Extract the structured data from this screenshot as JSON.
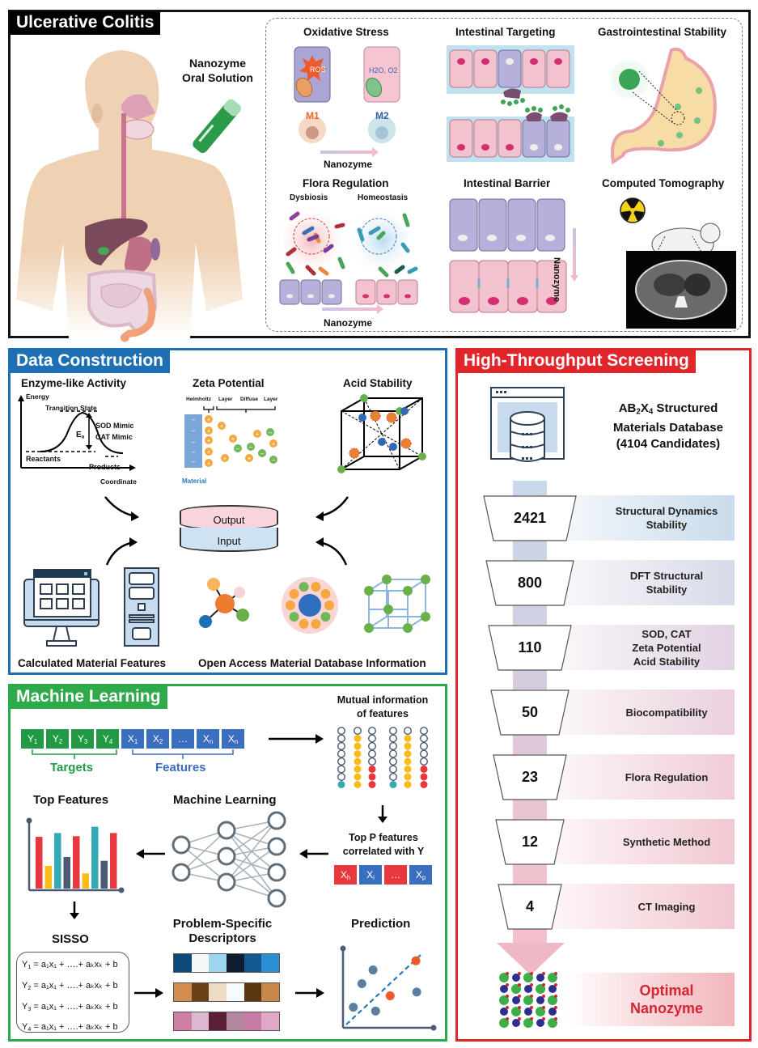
{
  "uc_panel": {
    "title": "Ulcerative Colitis",
    "oral_solution_label": "Nanozyme Oral Solution",
    "oral_solution_line1": "Nanozyme",
    "oral_solution_line2": "Oral Solution",
    "sections": {
      "oxidative_stress": {
        "title": "Oxidative Stress",
        "ros_label": "ROS",
        "products_label": "H2O, O2",
        "m1": "M1",
        "m2": "M2",
        "arrow_label": "Nanozyme"
      },
      "intestinal_targeting": {
        "title": "Intestinal Targeting"
      },
      "gi_stability": {
        "title": "Gastrointestinal Stability"
      },
      "flora_regulation": {
        "title": "Flora Regulation",
        "left_label": "Dysbiosis",
        "right_label": "Homeostasis",
        "arrow_label": "Nanozyme"
      },
      "intestinal_barrier": {
        "title": "Intestinal Barrier",
        "arrow_label": "Nanozyme"
      },
      "ct": {
        "title": "Computed Tomography"
      }
    },
    "colors": {
      "border": "#111111",
      "title_bg": "#000000"
    }
  },
  "data_construction": {
    "title": "Data Construction",
    "enzyme": {
      "title": "Enzyme-like Activity",
      "y_axis": "Energy",
      "x_axis": "Coordinate",
      "transition": "Transition State",
      "ea": "E",
      "ea_sub": "a",
      "sod": "SOD Mimic",
      "cat": "CAT Mimic",
      "reactants": "Reactants",
      "products": "Products"
    },
    "zeta": {
      "title": "Zeta Potential",
      "helmholtz": "Helmholtz",
      "layer1": "Layer",
      "diffuse": "Diffuse",
      "layer2": "Layer",
      "material": "Material"
    },
    "acid": {
      "title": "Acid Stability"
    },
    "database": {
      "output": "Output",
      "input": "Input"
    },
    "calculated_label": "Calculated Material Features",
    "open_access_label": "Open Access Material Database Information",
    "colors": {
      "border": "#1f6fb5",
      "title_bg": "#1f6fb5"
    }
  },
  "machine_learning": {
    "title": "Machine Learning",
    "targets": [
      {
        "base": "Y",
        "sub": "1"
      },
      {
        "base": "Y",
        "sub": "2"
      },
      {
        "base": "Y",
        "sub": "3"
      },
      {
        "base": "Y",
        "sub": "4"
      }
    ],
    "features": [
      {
        "base": "X",
        "sub": "1"
      },
      {
        "base": "X",
        "sub": "2"
      },
      {
        "base": "…",
        "sub": ""
      },
      {
        "base": "X",
        "sub": "n"
      },
      {
        "base": "X",
        "sub": "n"
      }
    ],
    "targets_label": "Targets",
    "features_label": "Features",
    "mutual_info_line1": "Mutual information",
    "mutual_info_line2": "of features",
    "mutual_info_grid": [
      [
        "o",
        "o",
        "o",
        "o",
        "o",
        "o"
      ],
      [
        "o",
        "y",
        "o",
        "o",
        "y",
        "o"
      ],
      [
        "o",
        "y",
        "o",
        "o",
        "y",
        "o"
      ],
      [
        "o",
        "y",
        "o",
        "o",
        "y",
        "o"
      ],
      [
        "o",
        "y",
        "o",
        "o",
        "y",
        "o"
      ],
      [
        "o",
        "y",
        "r",
        "o",
        "y",
        "r"
      ],
      [
        "o",
        "y",
        "r",
        "o",
        "y",
        "r"
      ],
      [
        "t",
        "y",
        "r",
        "t",
        "y",
        "r"
      ]
    ],
    "top_p_line1": "Top P features",
    "top_p_line2": "correlated with Y",
    "top_p_cells": [
      {
        "base": "X",
        "sub": "h",
        "color": "red"
      },
      {
        "base": "X",
        "sub": "i",
        "color": "blue"
      },
      {
        "base": "…",
        "sub": "",
        "color": "red"
      },
      {
        "base": "X",
        "sub": "p",
        "color": "blue"
      }
    ],
    "ml_title": "Machine Learning",
    "top_features_title": "Top Features",
    "top_features_bars": [
      {
        "value": 0.82,
        "color": "red"
      },
      {
        "value": 0.36,
        "color": "yellow"
      },
      {
        "value": 0.88,
        "color": "teal"
      },
      {
        "value": 0.5,
        "color": "slate"
      },
      {
        "value": 0.83,
        "color": "red"
      },
      {
        "value": 0.24,
        "color": "yellow"
      },
      {
        "value": 0.98,
        "color": "teal"
      },
      {
        "value": 0.44,
        "color": "slate"
      },
      {
        "value": 0.88,
        "color": "red"
      }
    ],
    "sisso_title": "SISSO",
    "sisso_equations": [
      {
        "y": "Y",
        "ysub": "1",
        "rhs": " = a₁x₁ + ….+ aₖxₖ + b"
      },
      {
        "y": "Y",
        "ysub": "2",
        "rhs": " = a₁x₁ + ….+ aₖxₖ + b"
      },
      {
        "y": "Y",
        "ysub": "3",
        "rhs": " = a₁x₁ + ….+ aₖxₖ + b"
      },
      {
        "y": "Y",
        "ysub": "4",
        "rhs": " = a₁x₁ + ….+ aₖxₖ + b"
      }
    ],
    "descriptors_line1": "Problem-Specific",
    "descriptors_line2": "Descriptors",
    "descriptor_rows": [
      [
        "#0d4a7a",
        "#f5f9fa",
        "#9dd4f0",
        "#0e1e30",
        "#115a92",
        "#2b8fd4"
      ],
      [
        "#d28c4e",
        "#6a4116",
        "#eedcc5",
        "#f7fafa",
        "#5a3510",
        "#c8884a"
      ],
      [
        "#cf7fa3",
        "#dbb7d2",
        "#5a2136",
        "#b487a1",
        "#c97ba7",
        "#e1a8c6"
      ]
    ],
    "prediction_title": "Prediction",
    "prediction_points": [
      {
        "x": 0.35,
        "y": 0.76,
        "kind": "actual"
      },
      {
        "x": 0.85,
        "y": 0.88,
        "kind": "pred"
      },
      {
        "x": 0.22,
        "y": 0.58,
        "kind": "actual"
      },
      {
        "x": 0.55,
        "y": 0.42,
        "kind": "pred"
      },
      {
        "x": 0.86,
        "y": 0.47,
        "kind": "actual"
      },
      {
        "x": 0.12,
        "y": 0.27,
        "kind": "actual"
      },
      {
        "x": 0.38,
        "y": 0.22,
        "kind": "actual"
      }
    ],
    "colors": {
      "border": "#2eaa4a",
      "title_bg": "#2eaa4a",
      "target": "#229944",
      "feature": "#3a6fc0",
      "red": "#e8373f",
      "yellow": "#f9bc1b",
      "teal": "#34aab5",
      "slate": "#4d5a75",
      "pred": "#f05a28",
      "actual": "#5b7fa1"
    }
  },
  "screening": {
    "title": "High-Throughput Screening",
    "database_line1_base": "AB",
    "database_line1_sub1": "2",
    "database_line1_mid": "X",
    "database_line1_sub2": "4",
    "database_line1_rest": " Structured",
    "database_line2": "Materials Database",
    "database_line3": "(4104 Candidates)",
    "stages": [
      {
        "count": "2421",
        "label": "Structural Dynamics Stability"
      },
      {
        "count": "800",
        "label": "DFT Structural Stability"
      },
      {
        "count": "110",
        "label": "SOD, CAT Zeta Potential Acid Stability"
      },
      {
        "count": "50",
        "label": "Biocompatibility"
      },
      {
        "count": "23",
        "label": "Flora Regulation"
      },
      {
        "count": "12",
        "label": "Synthetic Method"
      },
      {
        "count": "4",
        "label": "CT Imaging"
      }
    ],
    "stage_label_lines": [
      [
        "Structural Dynamics",
        "Stability"
      ],
      [
        "DFT Structural",
        "Stability"
      ],
      [
        "SOD, CAT",
        "Zeta Potential",
        "Acid Stability"
      ],
      [
        "Biocompatibility"
      ],
      [
        "Flora Regulation"
      ],
      [
        "Synthetic Method"
      ],
      [
        "CT Imaging"
      ]
    ],
    "result_line1": "Optimal",
    "result_line2": "Nanozyme",
    "colors": {
      "border": "#e0262b",
      "title_bg": "#e0262b",
      "result_text": "#d32630"
    }
  }
}
